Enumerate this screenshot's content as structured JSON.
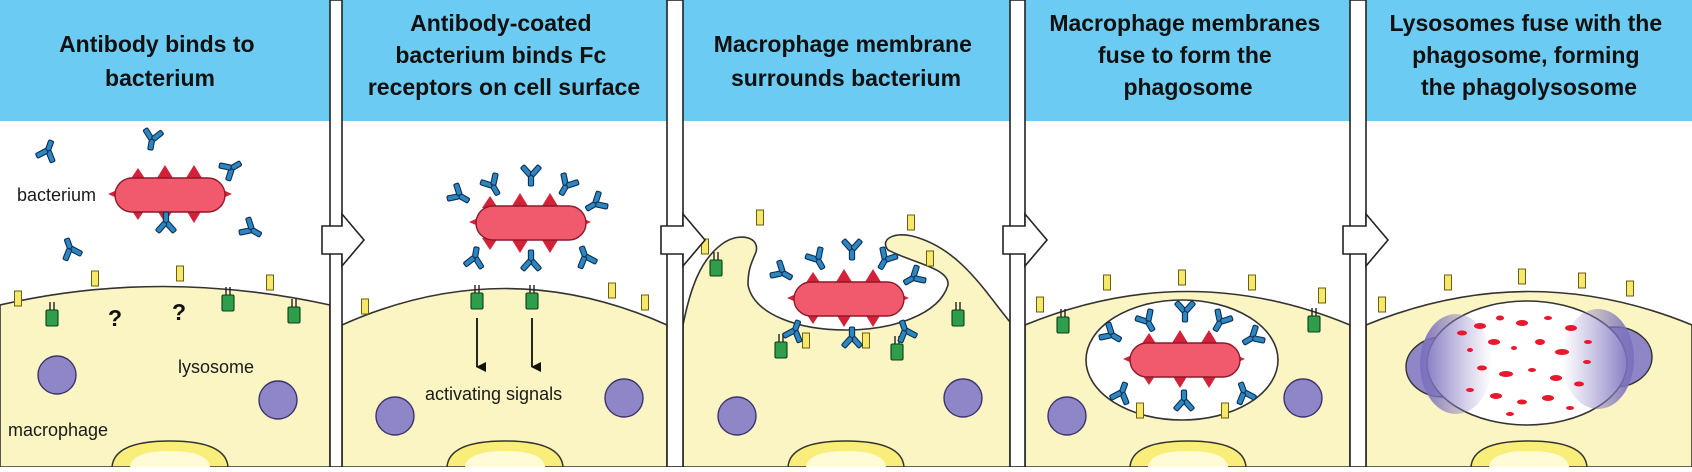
{
  "panels": [
    {
      "title_lines": [
        "Antibody binds to",
        "bacterium"
      ]
    },
    {
      "title_lines": [
        "Antibody-coated",
        "bacterium binds Fc",
        "receptors on cell surface"
      ]
    },
    {
      "title_lines": [
        "Macrophage membrane",
        "surrounds bacterium"
      ]
    },
    {
      "title_lines": [
        "Macrophage membranes",
        "fuse to form the",
        "phagosome"
      ]
    },
    {
      "title_lines": [
        "Lysosomes fuse with the",
        "phagosome, forming",
        "the phagolysosome"
      ]
    }
  ],
  "labels": {
    "bacterium": "bacterium",
    "lysosome": "lysosome",
    "macrophage": "macrophage",
    "activating_signals": "activating signals",
    "question_mark": "?"
  },
  "colors": {
    "header_bg": "#6ccbf2",
    "cytoplasm": "#fbf4c3",
    "membrane_line": "#333333",
    "bacterium": "#f05a6c",
    "bacterium_spike": "#d4213a",
    "antibody": "#2e86c1",
    "fc_receptor": "#2e9e4a",
    "membrane_protein": "#f5e86a",
    "lysosome": "#8f86c7",
    "lysosome_granule": "#e8192c"
  }
}
